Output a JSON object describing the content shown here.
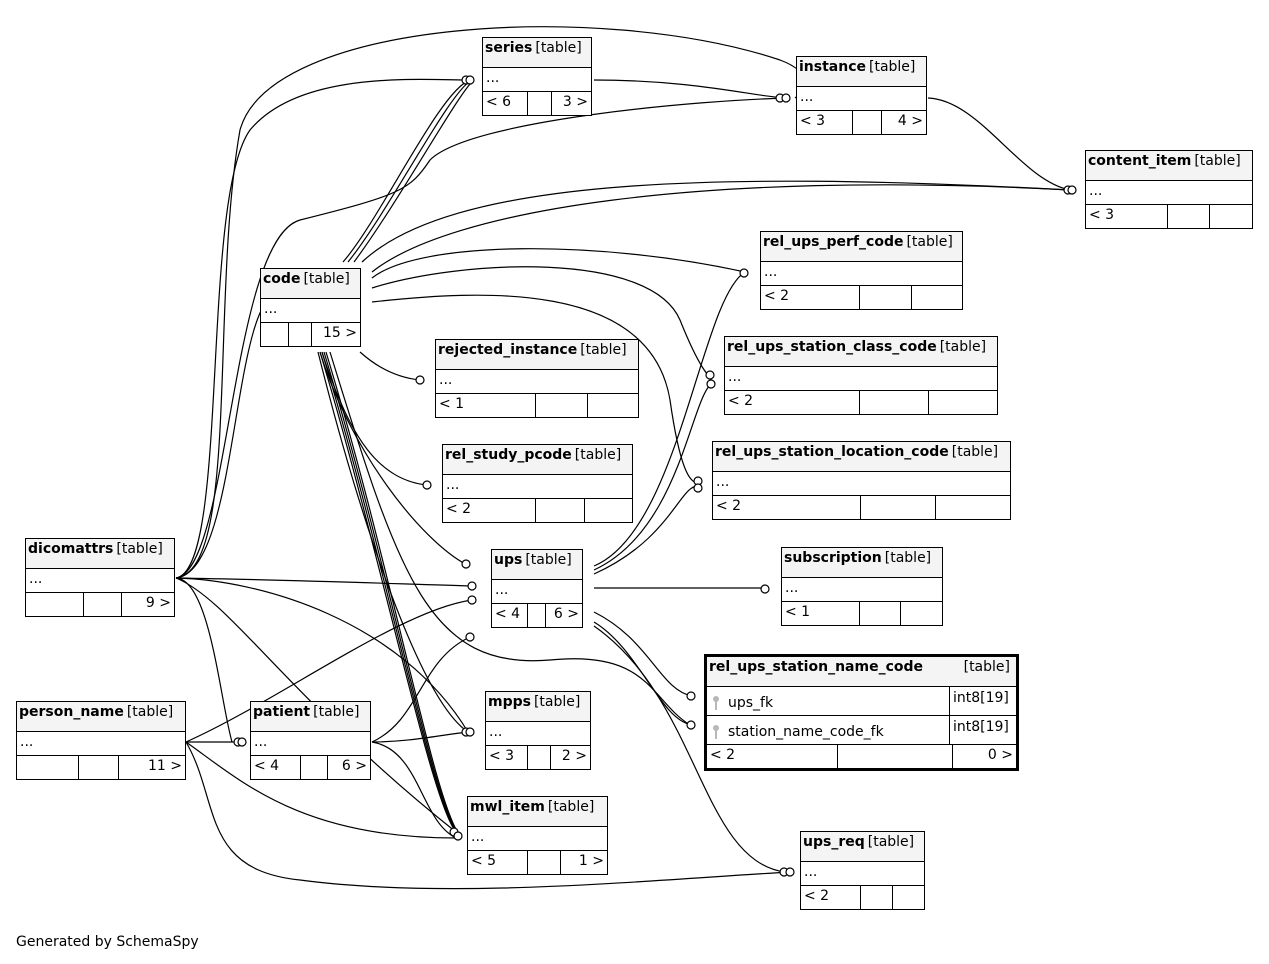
{
  "tables": {
    "series": {
      "name": "series",
      "type": "[table]",
      "body": "...",
      "footer": [
        "< 6",
        "",
        "3 >"
      ]
    },
    "instance": {
      "name": "instance",
      "type": "[table]",
      "body": "...",
      "footer": [
        "< 3",
        "",
        "4 >"
      ]
    },
    "content_item": {
      "name": "content_item",
      "type": "[table]",
      "body": "...",
      "footer": [
        "< 3",
        "",
        ""
      ]
    },
    "rel_ups_perf_code": {
      "name": "rel_ups_perf_code",
      "type": "[table]",
      "body": "...",
      "footer": [
        "< 2",
        "",
        ""
      ]
    },
    "code": {
      "name": "code",
      "type": "[table]",
      "body": "...",
      "footer": [
        "",
        "",
        "15 >"
      ]
    },
    "rejected_instance": {
      "name": "rejected_instance",
      "type": "[table]",
      "body": "...",
      "footer": [
        "< 1",
        "",
        ""
      ]
    },
    "rel_ups_station_class_code": {
      "name": "rel_ups_station_class_code",
      "type": "[table]",
      "body": "...",
      "footer": [
        "< 2",
        "",
        ""
      ]
    },
    "rel_study_pcode": {
      "name": "rel_study_pcode",
      "type": "[table]",
      "body": "...",
      "footer": [
        "< 2",
        "",
        ""
      ]
    },
    "rel_ups_station_location_code": {
      "name": "rel_ups_station_location_code",
      "type": "[table]",
      "body": "...",
      "footer": [
        "< 2",
        "",
        ""
      ]
    },
    "dicomattrs": {
      "name": "dicomattrs",
      "type": "[table]",
      "body": "...",
      "footer": [
        "",
        "",
        "9 >"
      ]
    },
    "ups": {
      "name": "ups",
      "type": "[table]",
      "body": "...",
      "footer": [
        "< 4",
        "",
        "6 >"
      ]
    },
    "subscription": {
      "name": "subscription",
      "type": "[table]",
      "body": "...",
      "footer": [
        "< 1",
        "",
        ""
      ]
    },
    "rel_ups_station_name_code": {
      "name": "rel_ups_station_name_code",
      "type": "[table]",
      "columns": [
        {
          "name": "ups_fk",
          "type": "int8[19]"
        },
        {
          "name": "station_name_code_fk",
          "type": "int8[19]"
        }
      ],
      "footer": [
        "< 2",
        "",
        "0 >"
      ]
    },
    "person_name": {
      "name": "person_name",
      "type": "[table]",
      "body": "...",
      "footer": [
        "",
        "",
        "11 >"
      ]
    },
    "patient": {
      "name": "patient",
      "type": "[table]",
      "body": "...",
      "footer": [
        "< 4",
        "",
        "6 >"
      ]
    },
    "mpps": {
      "name": "mpps",
      "type": "[table]",
      "body": "...",
      "footer": [
        "< 3",
        "",
        "2 >"
      ]
    },
    "mwl_item": {
      "name": "mwl_item",
      "type": "[table]",
      "body": "...",
      "footer": [
        "< 5",
        "",
        "1 >"
      ]
    },
    "ups_req": {
      "name": "ups_req",
      "type": "[table]",
      "body": "...",
      "footer": [
        "< 2",
        "",
        ""
      ]
    }
  },
  "footer_text": "Generated by SchemaSpy",
  "colors": {
    "line": "#000000",
    "header_bg": "#f4f4f4",
    "key_icon": "#b8b8b8"
  }
}
